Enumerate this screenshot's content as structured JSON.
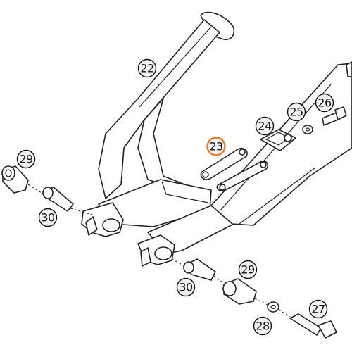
{
  "callouts": [
    {
      "id": "c22",
      "label": "22",
      "highlight": false
    },
    {
      "id": "c23",
      "label": "23",
      "highlight": true
    },
    {
      "id": "c24",
      "label": "24",
      "highlight": false
    },
    {
      "id": "c25",
      "label": "25",
      "highlight": false
    },
    {
      "id": "c26",
      "label": "26",
      "highlight": false
    },
    {
      "id": "c27",
      "label": "27",
      "highlight": false
    },
    {
      "id": "c28",
      "label": "28",
      "highlight": false
    },
    {
      "id": "c29a",
      "label": "29",
      "highlight": false
    },
    {
      "id": "c29b",
      "label": "29",
      "highlight": false
    },
    {
      "id": "c30a",
      "label": "30",
      "highlight": false
    },
    {
      "id": "c30b",
      "label": "30",
      "highlight": false
    }
  ],
  "colors": {
    "highlight": "#e8792a",
    "line": "#222222",
    "callout_fill": "#f2f2f2"
  }
}
